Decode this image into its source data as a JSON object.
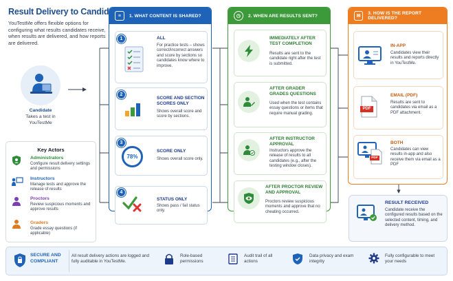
{
  "header": {
    "title": "Result Delivery to Candidates",
    "intro": "YouTestMe offers flexible options for configuring what results candidates receive, when results are delivered, and how reports are delivered."
  },
  "candidate": {
    "name": "Candidate",
    "desc": "Takes a test in YouTestMe"
  },
  "actors": {
    "title": "Key Actors",
    "items": [
      {
        "name": "Administrators",
        "desc": "Configure result delivery settings and permissions",
        "color": "#2e8b3a"
      },
      {
        "name": "Instructors",
        "desc": "Manage tests and approve the release of results",
        "color": "#1e63b8"
      },
      {
        "name": "Proctors",
        "desc": "Review suspicious moments and approve results",
        "color": "#7a3fb0"
      },
      {
        "name": "Graders",
        "desc": "Grade essay questions (if applicable)",
        "color": "#e07a1f"
      }
    ]
  },
  "col1": {
    "title": "1. WHAT CONTENT IS SHARED?",
    "color": "#1e63b8",
    "cards": [
      {
        "num": "1",
        "title": "ALL",
        "desc": "For practice tests – shows correct/incorrect answers and score by sections so candidates know where to improve."
      },
      {
        "num": "2",
        "title": "SCORE AND SECTION SCORES ONLY",
        "desc": "Shows overall score and score by sections."
      },
      {
        "num": "3",
        "title": "SCORE ONLY",
        "desc": "Shows overall score only.",
        "badge": "78%"
      },
      {
        "num": "4",
        "title": "STATUS ONLY",
        "desc": "Shows pass / fail status only."
      }
    ]
  },
  "col2": {
    "title": "2. WHEN ARE RESULTS SENT?",
    "color": "#3c9a3a",
    "cards": [
      {
        "title": "IMMEDIATELY AFTER TEST COMPLETION",
        "desc": "Results are sent to the candidate right after the test is submitted."
      },
      {
        "title": "AFTER GRADER GRADES QUESTIONS",
        "desc": "Used when the test contains essay questions or items that require manual grading."
      },
      {
        "title": "AFTER INSTRUCTOR APPROVAL",
        "desc": "Instructors approve the release of results to all candidates (e.g., after the testing window closes)."
      },
      {
        "title": "AFTER PROCTOR REVIEW AND APPROVAL",
        "desc": "Proctors review suspicious moments and approve that no cheating occurred."
      }
    ]
  },
  "col3": {
    "title": "3. HOW IS THE REPORT DELIVERED?",
    "color": "#ee7d22",
    "cards": [
      {
        "title": "IN-APP",
        "desc": "Candidates view their results and reports directly in YouTestMe."
      },
      {
        "title": "EMAIL (PDF)",
        "desc": "Results are sent to candidates via email as a PDF attachment.",
        "badge": "PDF"
      },
      {
        "title": "BOTH",
        "desc": "Candidates can view results in-app and also receive them via email as a PDF",
        "badge": "PDF"
      }
    ]
  },
  "result": {
    "title": "RESULT RECEIVED",
    "desc": "Candidate receive the configured results based on the selected content, timing, and delivery method."
  },
  "footer": {
    "title": "SECURE AND COMPLIANT",
    "items": [
      "All result delivery actions are logged and fully auditable in YouTestMe.",
      "Role-based permissions",
      "Audit trail of all actions",
      "Data privacy and exam integrity",
      "Fully configurable to meet your needs"
    ]
  },
  "colors": {
    "blue": "#1e63b8",
    "green": "#3c9a3a",
    "orange": "#ee7d22",
    "navy": "#1f4e8c"
  }
}
